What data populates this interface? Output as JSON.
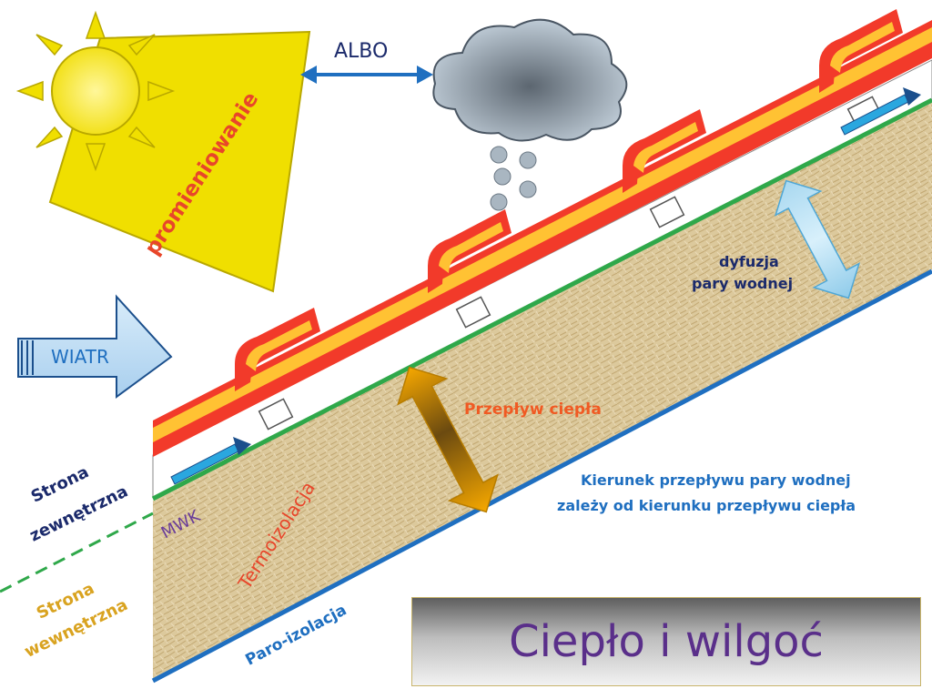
{
  "labels": {
    "radiation": "promieniowanie",
    "or": "ALBO",
    "wind": "WIATR",
    "heat_flow": "Przepływ ciepła",
    "vapor_diffusion_line1": "dyfuzja",
    "vapor_diffusion_line2": "pary wodnej",
    "direction_line1": "Kierunek przepływu pary wodnej",
    "direction_line2": "zależy od kierunku przepływu ciepła",
    "outside_line1": "Strona",
    "outside_line2": "zewnętrzna",
    "inside_line1": "Strona",
    "inside_line2": "wewnętrzna",
    "mwk": "MWK",
    "insulation": "Termoizolacja",
    "vapor_barrier": "Paro-izolacja",
    "title": "Ciepło i wilgoć"
  },
  "icons": [
    "sun-icon",
    "cloud-icon",
    "hail-icon",
    "wind-arrow-icon",
    "double-arrow-icon"
  ],
  "colors": {
    "sun": "#f5e400",
    "roof_tile": "#f23a2a",
    "tile_highlight": "#ffc233",
    "membrane": "#2fa84a",
    "vapor_barrier": "#1f6fc0",
    "insulation": "#dcc99c",
    "outside_text": "#1b2a6b",
    "inside_text": "#d9a320",
    "title_text": "#5a2f8a"
  }
}
